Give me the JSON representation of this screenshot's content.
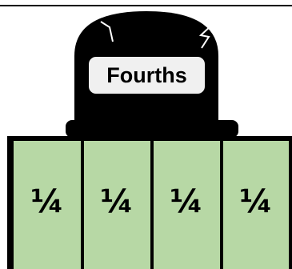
{
  "title": "Fourths",
  "pieces": [
    {
      "label": "¼"
    },
    {
      "label": "¼"
    },
    {
      "label": "¼"
    },
    {
      "label": "¼"
    }
  ],
  "colors": {
    "piece_fill": "#b7d8a5",
    "stroke": "#000000",
    "label_box": "#f0f0f0"
  },
  "icons": [
    "crack-icon",
    "crack-icon"
  ]
}
